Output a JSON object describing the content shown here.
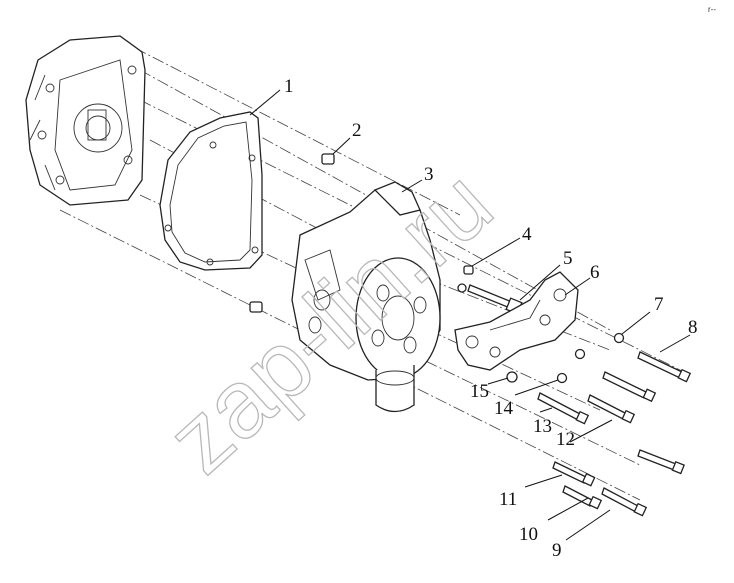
{
  "watermark": "zap-lin.ru",
  "corner_mark": "r--",
  "callouts": [
    {
      "id": "1",
      "text": "1"
    },
    {
      "id": "2",
      "text": "2"
    },
    {
      "id": "3",
      "text": "3"
    },
    {
      "id": "4",
      "text": "4"
    },
    {
      "id": "5",
      "text": "5"
    },
    {
      "id": "6",
      "text": "6"
    },
    {
      "id": "7",
      "text": "7"
    },
    {
      "id": "8",
      "text": "8"
    },
    {
      "id": "9",
      "text": "9"
    },
    {
      "id": "10",
      "text": "10"
    },
    {
      "id": "11",
      "text": "11"
    },
    {
      "id": "12",
      "text": "12"
    },
    {
      "id": "13",
      "text": "13"
    },
    {
      "id": "14",
      "text": "14"
    },
    {
      "id": "15",
      "text": "15"
    }
  ]
}
